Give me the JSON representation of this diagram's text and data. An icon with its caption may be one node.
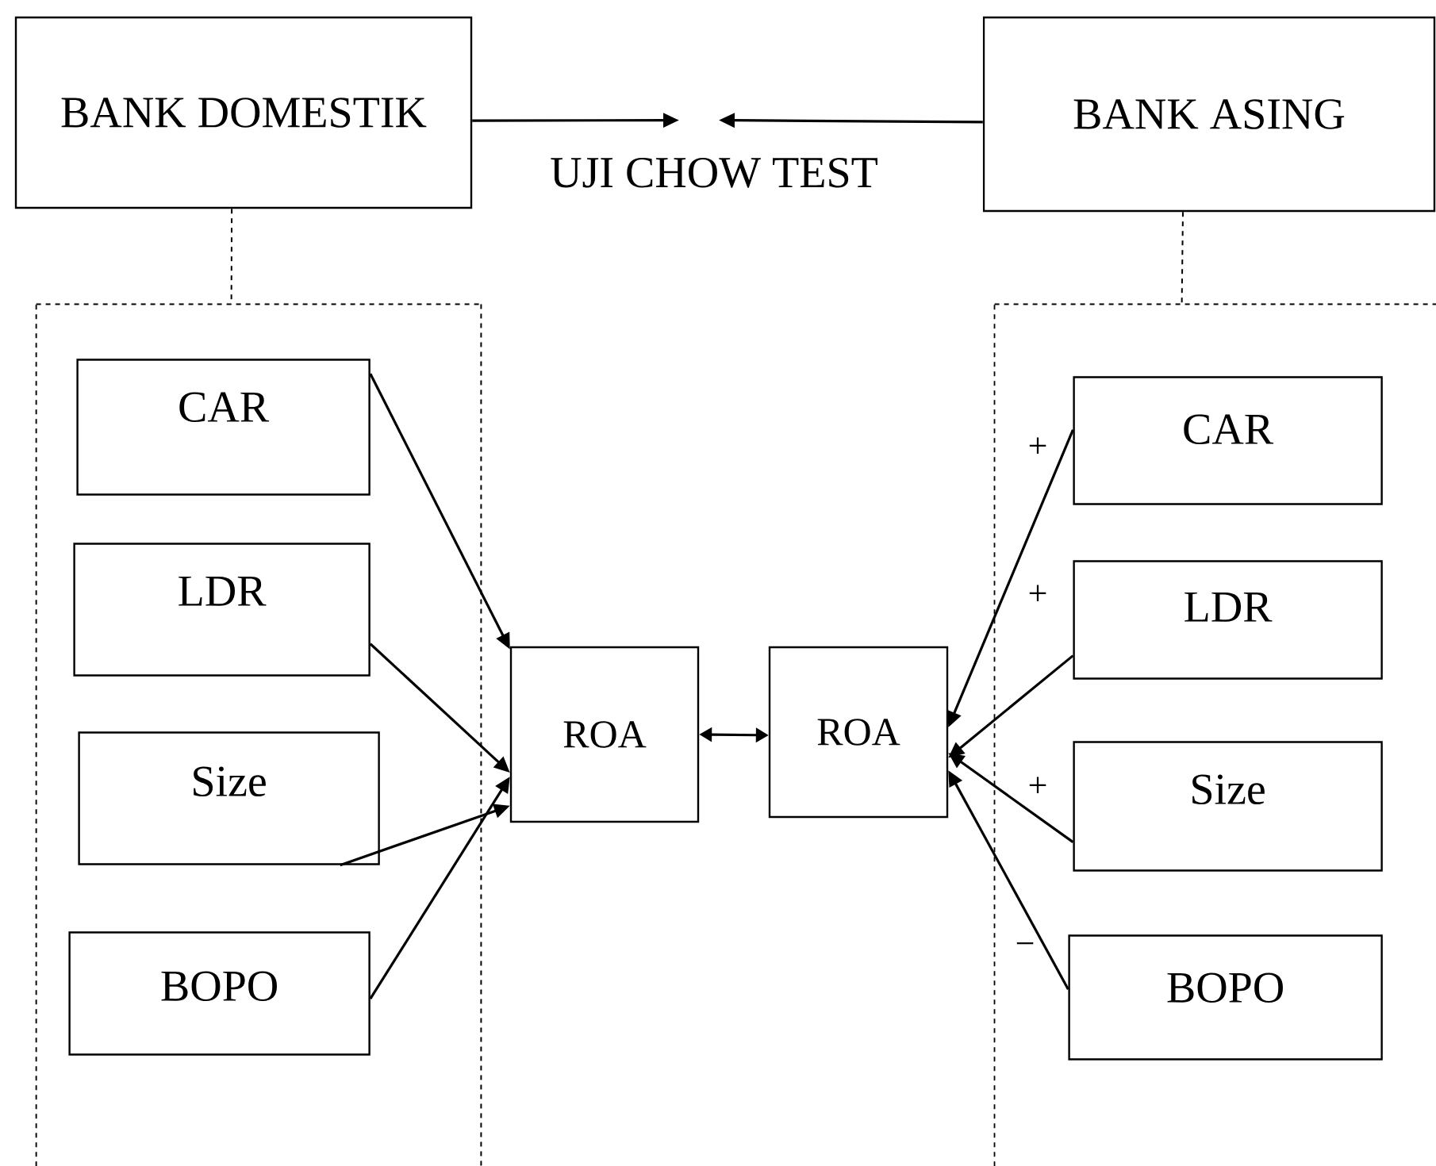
{
  "diagram": {
    "nodes": [
      {
        "text": [
          "BANK DOMESTIK"
        ]
      },
      {
        "text": [
          "UJI CHOW TEST"
        ]
      },
      {
        "text": [
          "BANK ASING"
        ]
      },
      {
        "text": [],
        "shape": "box"
      },
      {
        "text": [
          "CAR"
        ],
        "in": 3
      },
      {
        "text": [
          "LDR"
        ],
        "in": 3
      },
      {
        "text": [
          "Size"
        ],
        "in": 3
      },
      {
        "text": [
          "BOPO"
        ],
        "in": 3
      },
      {
        "text": [
          "ROA"
        ]
      },
      {
        "text": [
          "ROA"
        ]
      },
      {
        "text": [],
        "shape": "box"
      },
      {
        "text": [
          "CAR"
        ],
        "in": 10
      },
      {
        "text": [
          "LDR"
        ],
        "in": 10
      },
      {
        "text": [
          "Size"
        ],
        "in": 10
      },
      {
        "text": [
          "BOPO"
        ],
        "in": 10
      }
    ],
    "edges": [
      {
        "from": 0,
        "to": 1,
        "arrow": "to"
      },
      {
        "from": 2,
        "to": 1,
        "arrow": "to"
      },
      {
        "from": 0,
        "to": 3,
        "arrow": "none",
        "style": "dashed"
      },
      {
        "from": 2,
        "to": 10,
        "arrow": "none",
        "style": "dashed"
      },
      {
        "from": 4,
        "to": 8,
        "arrow": "to"
      },
      {
        "from": 5,
        "to": 8,
        "arrow": "to"
      },
      {
        "from": 6,
        "to": 8,
        "arrow": "to"
      },
      {
        "from": 7,
        "to": 8,
        "arrow": "to"
      },
      {
        "from": 8,
        "to": 9,
        "arrow": "both"
      },
      {
        "from": 11,
        "to": 9,
        "arrow": "to"
      },
      {
        "from": 12,
        "to": 9,
        "arrow": "to"
      },
      {
        "from": 13,
        "to": 9,
        "arrow": "to"
      },
      {
        "from": 14,
        "to": 9,
        "arrow": "to"
      }
    ],
    "labels": [
      "+",
      "+",
      "+",
      "−"
    ]
  }
}
